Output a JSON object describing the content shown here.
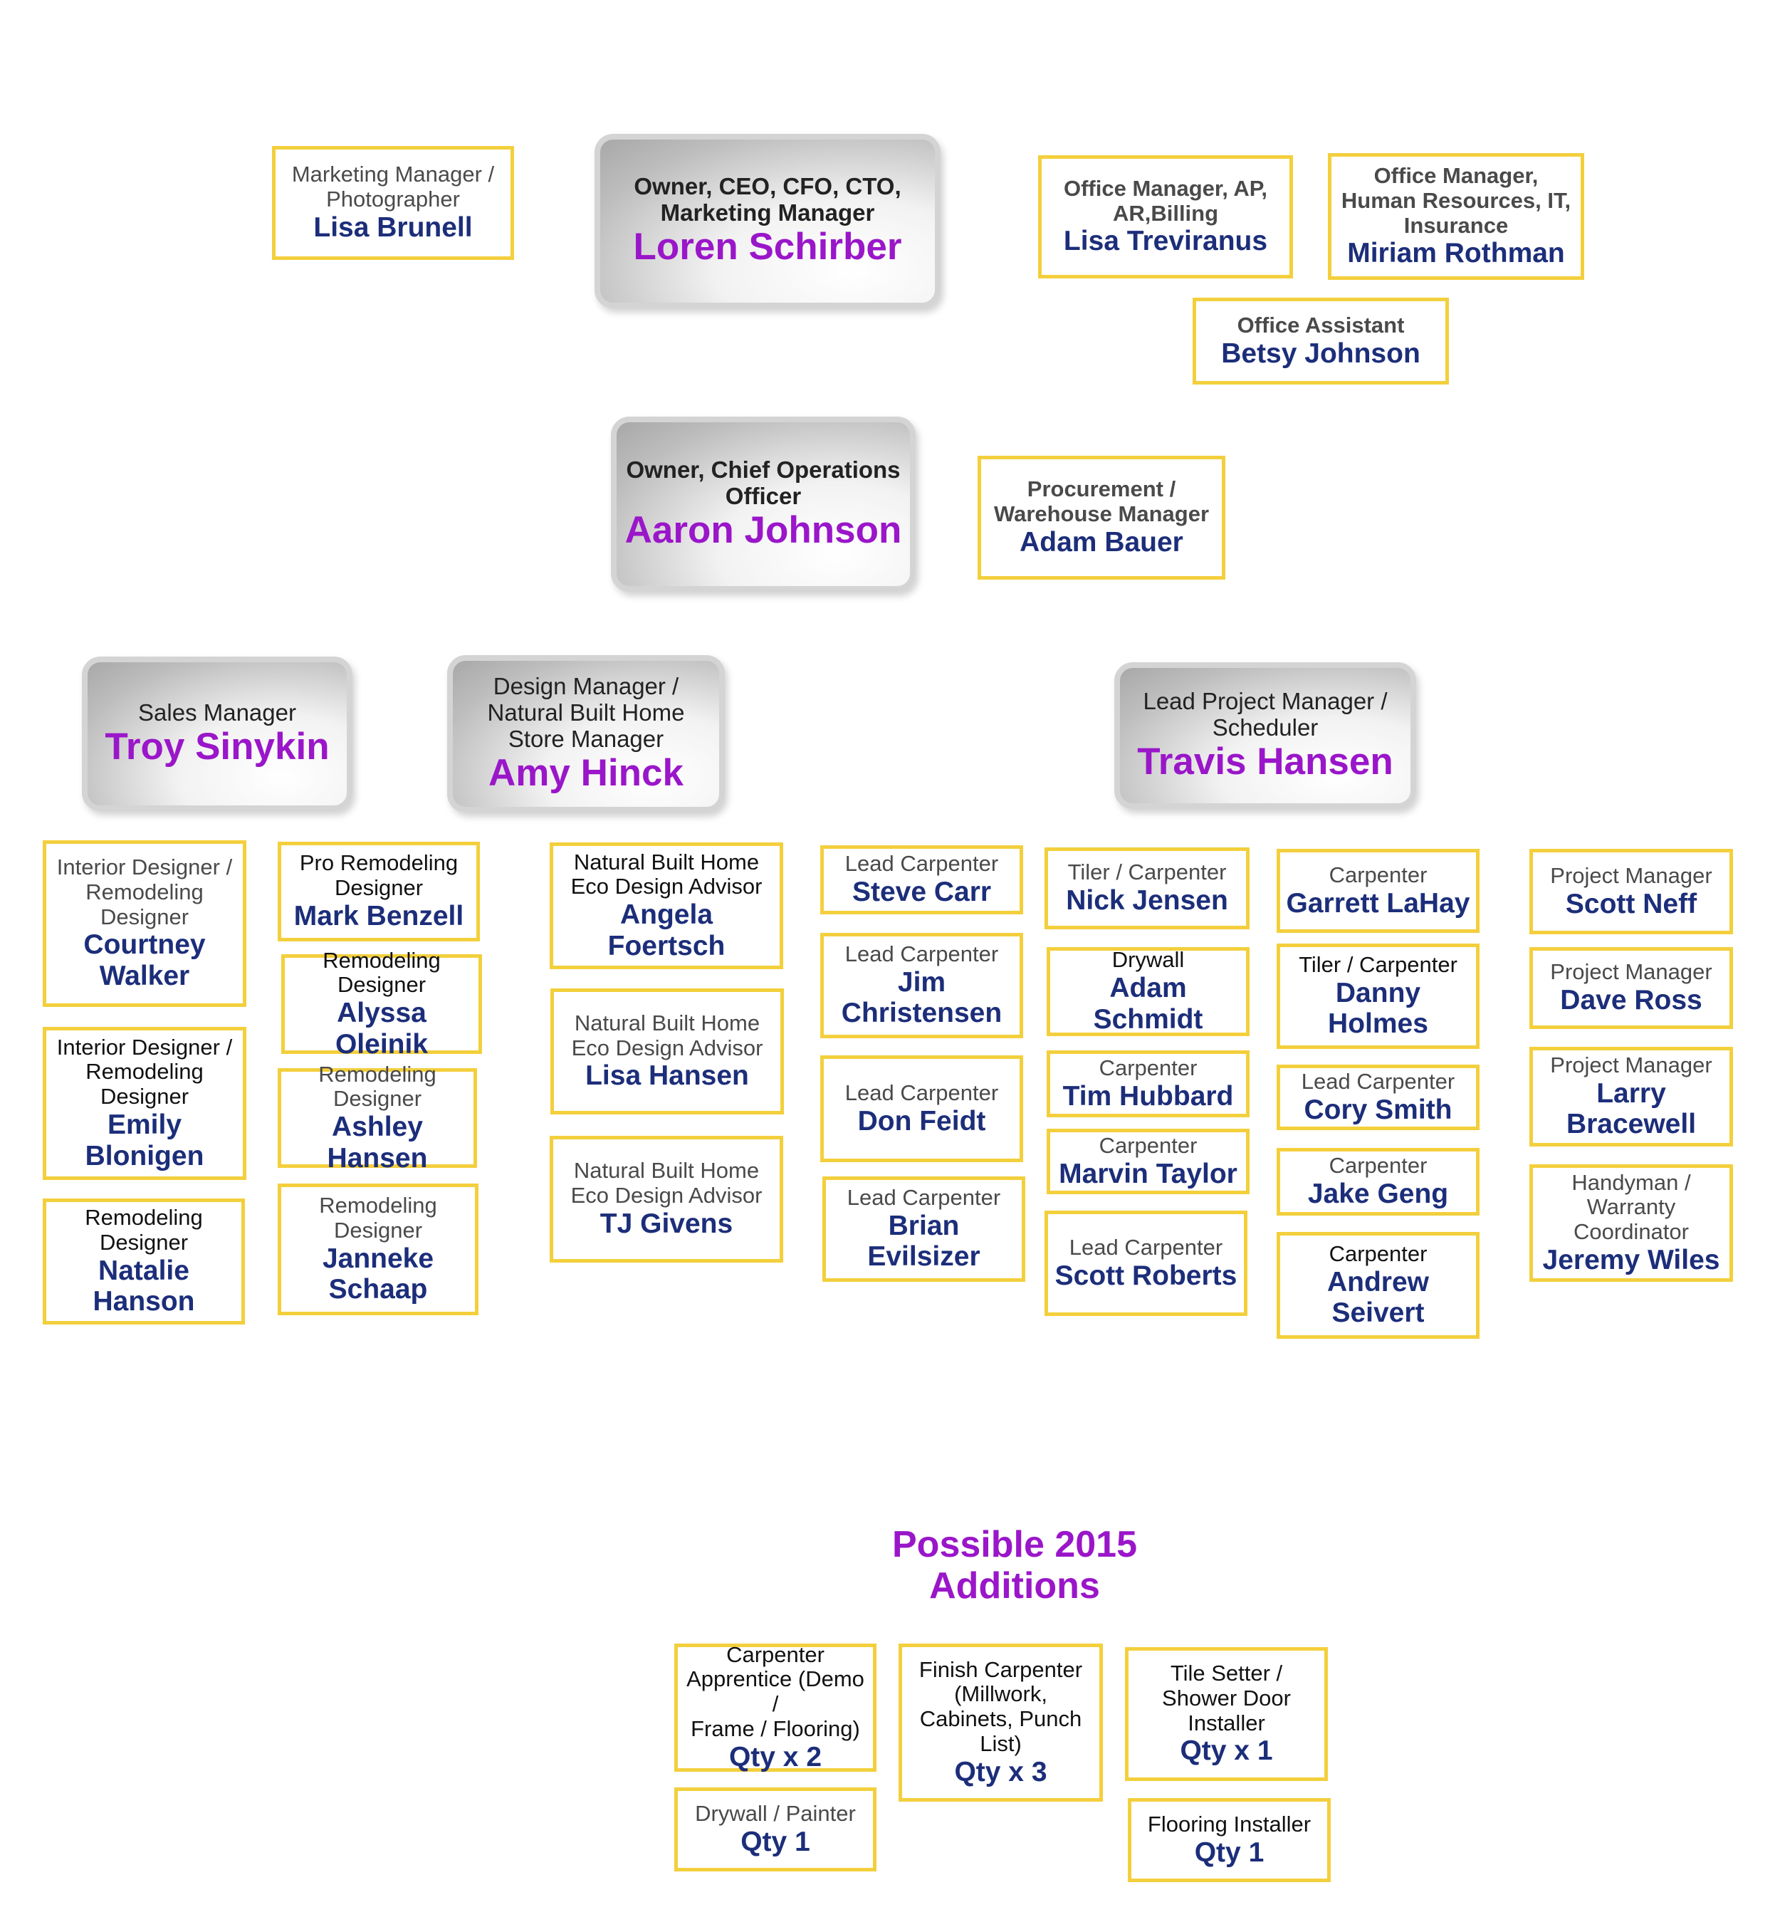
{
  "executives": {
    "loren": {
      "role": "Owner, CEO, CFO, CTO,\nMarketing Manager",
      "name": "Loren Schirber"
    },
    "aaron": {
      "role": "Owner, Chief Operations\nOfficer",
      "name": "Aaron Johnson"
    },
    "troy": {
      "role": "Sales Manager",
      "name": "Troy Sinykin"
    },
    "amy": {
      "role": "Design Manager /\nNatural Built Home\nStore Manager",
      "name": "Amy Hinck"
    },
    "travis": {
      "role": "Lead Project Manager /\nScheduler",
      "name": "Travis Hansen"
    }
  },
  "top": {
    "lisa_brunell": {
      "role": "Marketing Manager /\nPhotographer",
      "name": "Lisa Brunell"
    },
    "lisa_treviranus": {
      "role": "Office Manager, AP,\nAR,Billing",
      "name": "Lisa Treviranus"
    },
    "miriam": {
      "role": "Office Manager,\nHuman Resources, IT,\nInsurance",
      "name": "Miriam Rothman"
    },
    "betsy": {
      "role": "Office Assistant",
      "name": "Betsy Johnson"
    },
    "adam_bauer": {
      "role": "Procurement /\nWarehouse Manager",
      "name": "Adam Bauer"
    }
  },
  "staff": {
    "courtney": {
      "role": "Interior Designer /\nRemodeling\nDesigner",
      "name": "Courtney\nWalker"
    },
    "emily": {
      "role": "Interior Designer /\nRemodeling\nDesigner",
      "name": "Emily Blonigen"
    },
    "natalie": {
      "role": "Remodeling\nDesigner",
      "name": "Natalie Hanson"
    },
    "mark": {
      "role": "Pro Remodeling\nDesigner",
      "name": "Mark Benzell"
    },
    "alyssa": {
      "role": "Remodeling\nDesigner",
      "name": "Alyssa Oleinik"
    },
    "ashley": {
      "role": "Remodeling\nDesigner",
      "name": "Ashley Hansen"
    },
    "janneke": {
      "role": "Remodeling\nDesigner",
      "name": "Janneke\nSchaap"
    },
    "angela": {
      "role": "Natural Built Home\nEco Design Advisor",
      "name": "Angela Foertsch"
    },
    "lisa_hansen": {
      "role": "Natural Built Home\nEco Design Advisor",
      "name": "Lisa Hansen"
    },
    "tj": {
      "role": "Natural Built Home\nEco Design Advisor",
      "name": "TJ Givens"
    },
    "steve": {
      "role": "Lead Carpenter",
      "name": "Steve Carr"
    },
    "jim": {
      "role": "Lead Carpenter",
      "name": "Jim\nChristensen"
    },
    "don": {
      "role": "Lead Carpenter",
      "name": "Don Feidt"
    },
    "brian": {
      "role": "Lead Carpenter",
      "name": "Brian Evilsizer"
    },
    "nick": {
      "role": "Tiler / Carpenter",
      "name": "Nick Jensen"
    },
    "adam_schmidt": {
      "role": "Drywall",
      "name": "Adam Schmidt"
    },
    "tim": {
      "role": "Carpenter",
      "name": "Tim Hubbard"
    },
    "marvin": {
      "role": "Carpenter",
      "name": "Marvin Taylor"
    },
    "scott_roberts": {
      "role": "Lead Carpenter",
      "name": "Scott Roberts"
    },
    "garrett": {
      "role": "Carpenter",
      "name": "Garrett LaHay"
    },
    "danny": {
      "role": "Tiler / Carpenter",
      "name": "Danny Holmes"
    },
    "cory": {
      "role": "Lead Carpenter",
      "name": "Cory Smith"
    },
    "jake": {
      "role": "Carpenter",
      "name": "Jake Geng"
    },
    "andrew": {
      "role": "Carpenter",
      "name": "Andrew Seivert"
    },
    "scott_neff": {
      "role": "Project Manager",
      "name": "Scott Neff"
    },
    "dave": {
      "role": "Project Manager",
      "name": "Dave Ross"
    },
    "larry": {
      "role": "Project Manager",
      "name": "Larry\nBracewell"
    },
    "jeremy": {
      "role": "Handyman /\nWarranty\nCoordinator",
      "name": "Jeremy Wiles"
    }
  },
  "additions": {
    "title": "Possible 2015\nAdditions",
    "apprentice": {
      "role": "Carpenter\nApprentice (Demo /\nFrame / Flooring)",
      "qty": "Qty x 2"
    },
    "finish": {
      "role": "Finish Carpenter\n(Millwork,\nCabinets,  Punch\nList)",
      "qty": "Qty x 3"
    },
    "tile": {
      "role": "Tile Setter /\nShower Door\nInstaller",
      "qty": "Qty x 1"
    },
    "drywall": {
      "role": "Drywall / Painter",
      "qty": "Qty 1"
    },
    "flooring": {
      "role": "Flooring Installer",
      "qty": "Qty 1"
    }
  }
}
